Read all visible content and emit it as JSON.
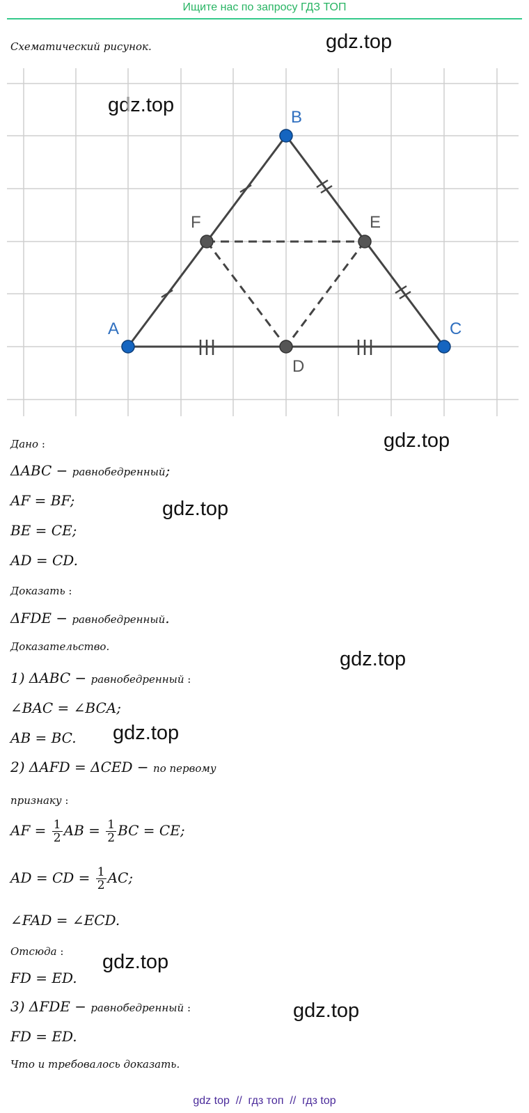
{
  "banner": "Ищите нас по запросу ГДЗ ТОП",
  "watermark": "gdz.top",
  "caption": "Схематический рисунок.",
  "figure": {
    "points": {
      "A": "A",
      "B": "B",
      "C": "C",
      "D": "D",
      "E": "E",
      "F": "F"
    },
    "colors": {
      "vertex": "#1565c0",
      "midpoint": "#555555",
      "line": "#444444",
      "grid": "#cfcfcf",
      "label_vertex": "#2f6fbf",
      "label_mid": "#555555"
    }
  },
  "given": {
    "title": "Дано",
    "l1_math": "ΔABC",
    "l1_text": "равнобедренный",
    "l2": "AF = BF;",
    "l3": "BE = CE;",
    "l4": "AD = CD."
  },
  "prove": {
    "title": "Доказать",
    "l1_math": "ΔFDE",
    "l1_text": "равнобедренный"
  },
  "proof": {
    "title": "Доказательство.",
    "s1_math": "1) ΔABC",
    "s1_text": "равнобедренный",
    "s1_l1": "∠BAC = ∠BCA;",
    "s1_l2": "AB = BC.",
    "s2_math": "2) ΔAFD = ΔCED",
    "s2_text": "по первому",
    "s2_text2": "признаку",
    "s2_l1a": "AF =",
    "s2_l1b": "AB =",
    "s2_l1c": "BC = CE;",
    "frac_num": "1",
    "frac_den": "2",
    "s2_l2a": "AD = CD =",
    "s2_l2b": "AC;",
    "s2_l3": "∠FAD = ∠ECD.",
    "hence": "Отсюда",
    "hence_l": "FD = ED.",
    "s3_math": "3) ΔFDE",
    "s3_text": "равнобедренный",
    "s3_l": "FD = ED.",
    "qed": "Что и требовалось доказать."
  },
  "footer": "gdz top  //  гдз топ  //  гдз top"
}
